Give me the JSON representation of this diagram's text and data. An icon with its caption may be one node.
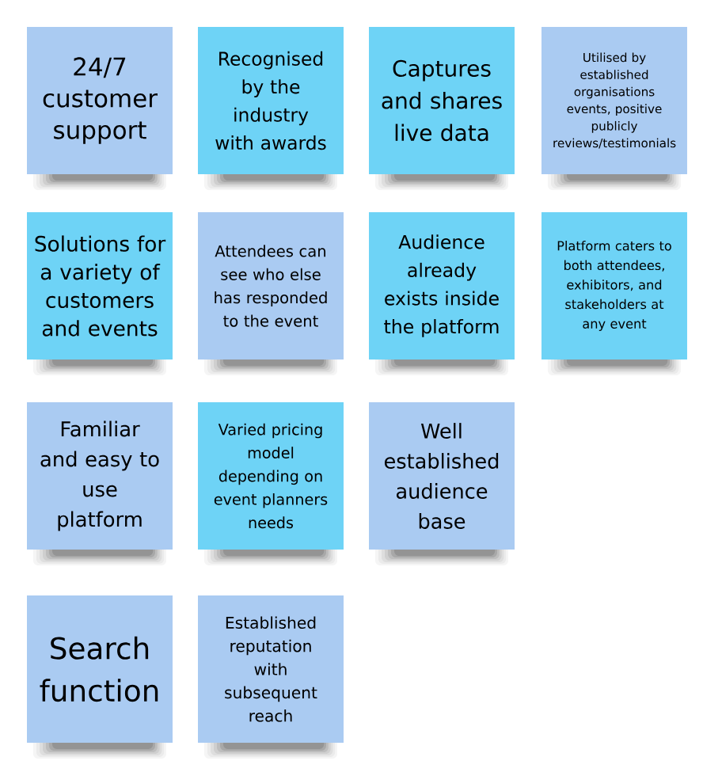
{
  "diagram": {
    "nodes": [
      {
        "text": [
          "24/7 customer support"
        ]
      },
      {
        "text": [
          "Recognised by the industry with awards"
        ]
      },
      {
        "text": [
          "Captures and shares live data"
        ]
      },
      {
        "text": [
          "Utilised by established organisations events, positive publicly reviews/testimonials"
        ]
      },
      {
        "text": [
          "Solutions for a variety of customers and events"
        ]
      },
      {
        "text": [
          "Attendees can see who else has responded to the event"
        ]
      },
      {
        "text": [
          "Audience already exists inside the platform"
        ]
      },
      {
        "text": [
          "Platform caters to both attendees, exhibitors, and stakeholders at any event"
        ]
      },
      {
        "text": [
          "Familiar and easy to use platform"
        ]
      },
      {
        "text": [
          "Varied pricing model depending on event planners needs"
        ]
      },
      {
        "text": [
          "Well established audience base"
        ]
      },
      {
        "text": [
          "Search function"
        ]
      },
      {
        "text": [
          "Established reputation with subsequent reach"
        ]
      }
    ]
  }
}
